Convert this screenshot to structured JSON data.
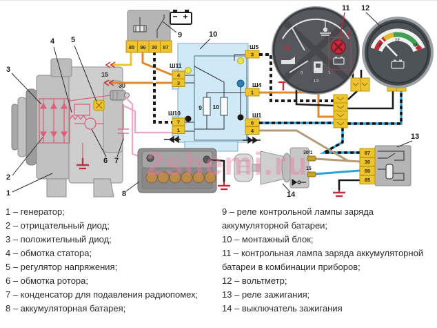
{
  "watermark": "2shemi.ru",
  "diagram": {
    "callouts": [
      "1",
      "2",
      "3",
      "4",
      "5",
      "6",
      "7",
      "8",
      "9",
      "10",
      "11",
      "12",
      "13",
      "14"
    ],
    "relay9": {
      "terminals": [
        "85",
        "86",
        "30",
        "87"
      ]
    },
    "block": {
      "sh11": {
        "label": "Ш11",
        "pins": [
          "4",
          "3"
        ]
      },
      "sh10": {
        "label": "Ш10",
        "pins": [
          "7",
          "1"
        ]
      },
      "sh5": {
        "label": "Ш5",
        "pins": [
          "3"
        ]
      },
      "sh4": {
        "label": "Ш4",
        "pins": [
          "1"
        ]
      },
      "sh1": {
        "label": "Ш1",
        "pins": [
          "6",
          "4"
        ]
      },
      "resistors": [
        "9",
        "10"
      ]
    },
    "wire_labels": {
      "exciter": "15",
      "battery": "30"
    },
    "ignition": {
      "terminals": [
        "30/1",
        "15"
      ]
    },
    "relay13": {
      "terminals": [
        "87",
        "30",
        "86",
        "85"
      ]
    },
    "voltmeter": {
      "ticks": [
        "8",
        "12",
        "16"
      ]
    },
    "cluster": {
      "fuel_ticks": [
        "0",
        "1/2",
        "1"
      ]
    }
  },
  "legend": {
    "left": [
      "1 – генератор;",
      "2 – отрицательный диод;",
      "3 – положительный диод;",
      "4 – обмотка статора;",
      "5 – регулятор напряжения;",
      "6 – обмотка ротора;",
      "7 – конденсатор для подавления радиопомех;",
      "8 – аккумуляторная батарея;"
    ],
    "right": [
      "9 – реле контрольной лампы заряда аккумуляторной батареи;",
      "10 – монтажный блок;",
      "11 – контрольная лампа заряда аккумуляторной батареи в комбинации приборов;",
      "12 – вольтметр;",
      "13 – реле зажигания;",
      "14 – выключатель зажигания"
    ]
  },
  "colors": {
    "yellow": "#edc42c",
    "orange": "#e0882e",
    "pink": "#f2a2c4",
    "schempink": "#e05f7a",
    "blue": "#2aa3dc",
    "brown": "#b59a7a",
    "red": "#c5293a",
    "lightblue": "#cfe9f6",
    "blockstroke": "#7fa8bd",
    "gauge": "#54585c",
    "relaygray": "#b5b5b5",
    "green": "#3f9e52",
    "scaleyellow": "#ddbb33",
    "watermark": "#e87fa4"
  }
}
